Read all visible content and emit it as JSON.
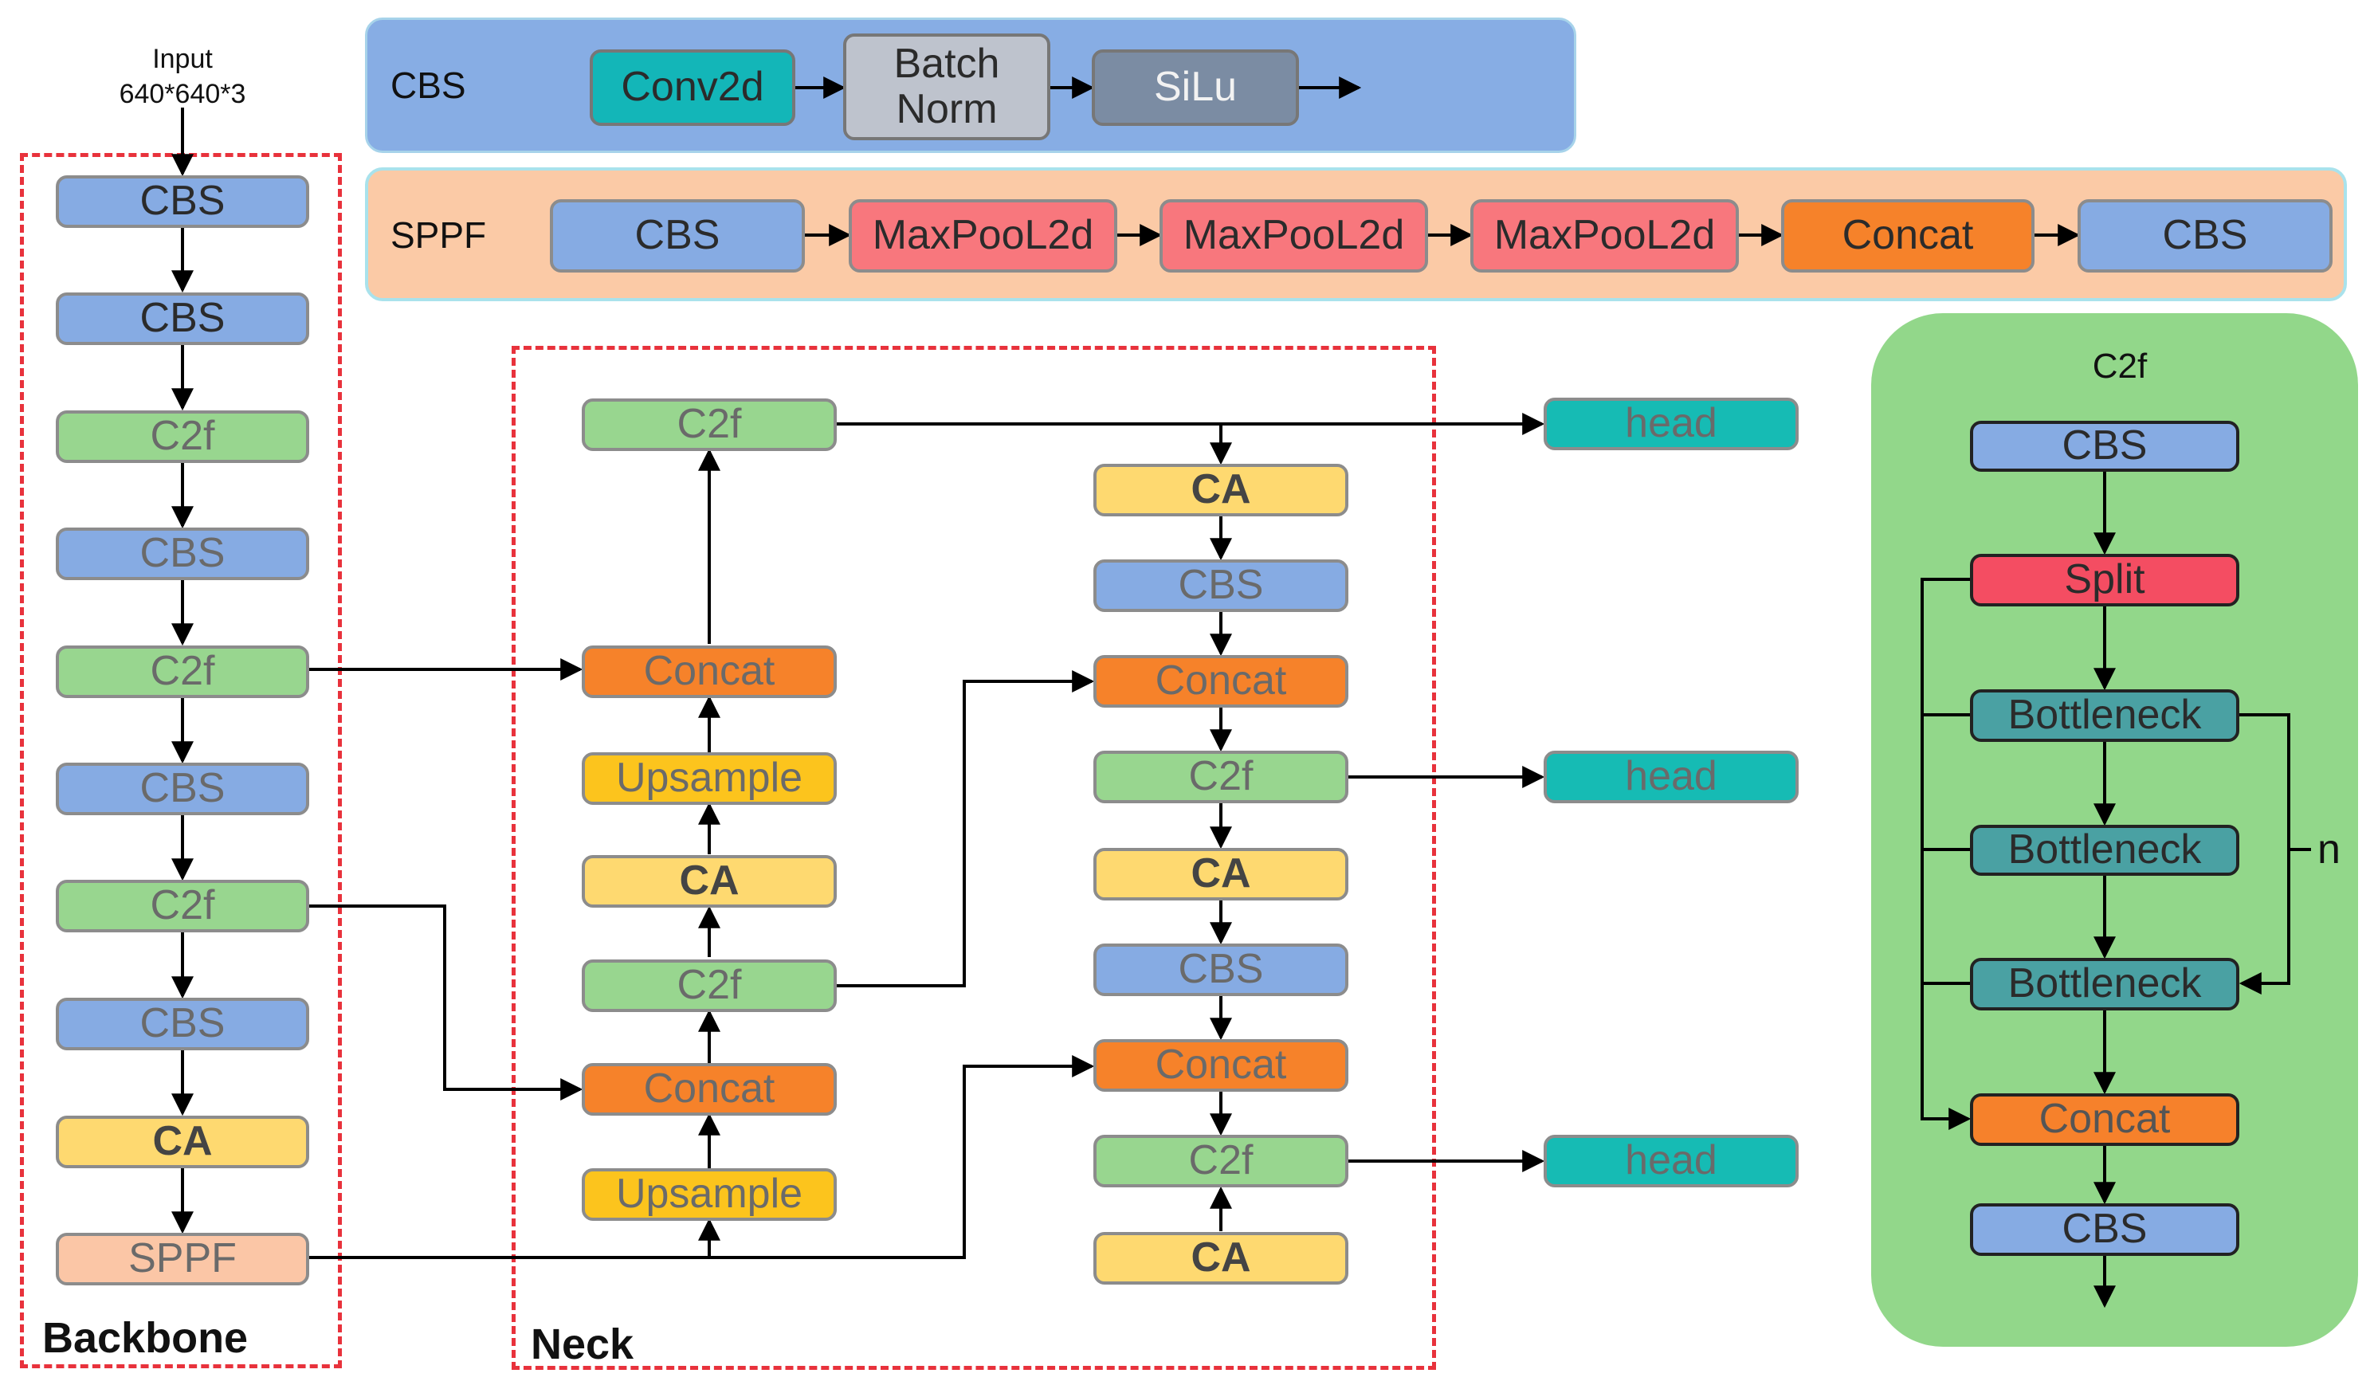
{
  "input_label": [
    "Input",
    "640*640*3"
  ],
  "regions": {
    "backbone": "Backbone",
    "neck": "Neck"
  },
  "cbs_panel": {
    "label": "CBS",
    "conv": "Conv2d",
    "bn_line1": "Batch",
    "bn_line2": "Norm",
    "silu": "SiLu"
  },
  "sppf_panel": {
    "label": "SPPF",
    "cbs_in": "CBS",
    "maxpool": "MaxPooL2d",
    "concat": "Concat",
    "cbs_out": "CBS"
  },
  "backbone": [
    "CBS",
    "CBS",
    "C2f",
    "CBS",
    "C2f",
    "CBS",
    "C2f",
    "CBS",
    "CA",
    "SPPF"
  ],
  "neck": {
    "left_col": [
      "C2f",
      "Concat",
      "Upsample",
      "CA",
      "C2f",
      "Concat",
      "Upsample"
    ],
    "right_col": [
      "CA",
      "CBS",
      "Concat",
      "C2f",
      "CA",
      "CBS",
      "Concat",
      "C2f",
      "CA"
    ]
  },
  "heads": [
    "head",
    "head",
    "head"
  ],
  "c2f_panel": {
    "title": "C2f",
    "blocks": [
      "CBS",
      "Split",
      "Bottleneck",
      "Bottleneck",
      "Bottleneck",
      "Concat",
      "CBS"
    ],
    "repeat_label": "n"
  }
}
